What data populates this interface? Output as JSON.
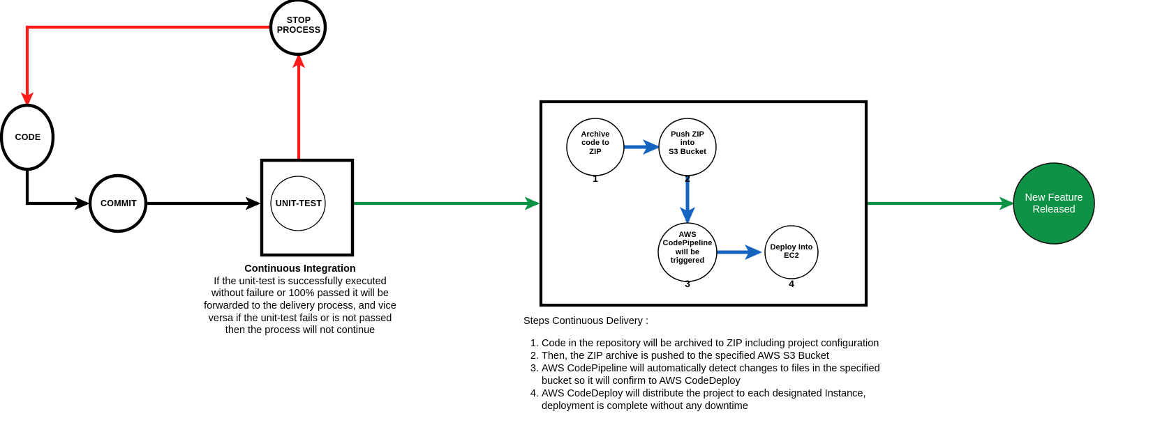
{
  "diagram": {
    "colors": {
      "stroke_black": "#000000",
      "fail_red": "#FF1A1A",
      "success_green": "#0E9246",
      "cd_arrow_blue": "#1565C0",
      "release_fill": "#0E9246",
      "release_text": "#FFFFFF",
      "canvas_bg": "#FFFFFF"
    },
    "ci_nodes": {
      "stop_process": "STOP\nPROCESS",
      "code": "CODE",
      "commit": "COMMIT",
      "unit_test": "UNIT-TEST"
    },
    "ci_caption": {
      "title": "Continuous Integration",
      "body": "If the unit-test is successfully executed without failure or 100% passed it will be forwarded to the delivery process, and vice versa if the unit-test fails or is not passed then the process will not continue"
    },
    "cd_nodes": [
      {
        "label": "Archive\ncode to\nZIP",
        "number": "1"
      },
      {
        "label": "Push ZIP\ninto\nS3 Bucket",
        "number": "2"
      },
      {
        "label": "AWS\nCodePipeline\nwill be\ntriggered",
        "number": "3"
      },
      {
        "label": "Deploy Into\nEC2",
        "number": "4"
      }
    ],
    "cd_steps": {
      "heading": "Steps Continuous Delivery :",
      "items": [
        "Code in the repository will be archived to ZIP including project configuration",
        "Then, the ZIP archive is pushed to the specified AWS S3 Bucket",
        "AWS CodePipeline will automatically detect changes to files in the specified bucket so it will confirm to AWS CodeDeploy",
        "AWS CodeDeploy will distribute the project to each designated Instance, deployment is complete without any downtime"
      ]
    },
    "release_node": {
      "label": "New Feature\nReleased"
    }
  }
}
